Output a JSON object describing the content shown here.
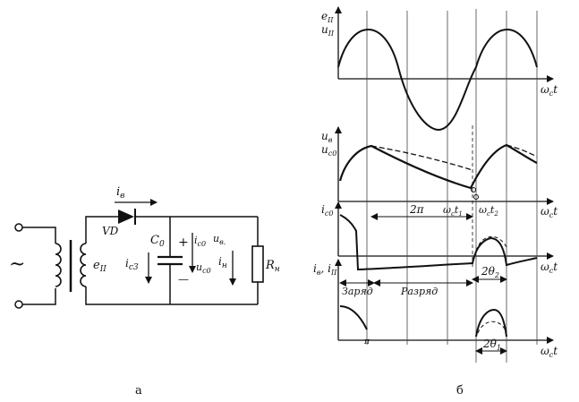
{
  "captions": {
    "left": "а",
    "right": "б"
  },
  "circuit": {
    "source_symbol": "~",
    "diode_current": "i",
    "diode_current_sub": "в",
    "diode": "VD",
    "secondary_emf": "e",
    "secondary_emf_sub": "II",
    "cap_charge_current": "i",
    "cap_charge_sub": "c3",
    "capacitor": "C",
    "capacitor_sub": "0",
    "cap_current": "i",
    "cap_current_sub": "c0",
    "rect_voltage": "u",
    "rect_voltage_sub": "в.",
    "cap_voltage": "u",
    "cap_voltage_sub": "c0",
    "load_current": "i",
    "load_current_sub": "н",
    "load": "R",
    "load_sub": "н",
    "plus": "+",
    "minus": "—"
  },
  "graphs": {
    "p1_ylabel_1": "e",
    "p1_ylabel_1_sub": "II",
    "p1_ylabel_2": "u",
    "p1_ylabel_2_sub": "II",
    "p2_ylabel_1": "u",
    "p2_ylabel_1_sub": "в",
    "p2_ylabel_2": "u",
    "p2_ylabel_2_sub": "c0",
    "p3_ylabel": "i",
    "p3_ylabel_sub": "c0",
    "p4_ylabel_1": "i",
    "p4_ylabel_1_sub": "в",
    "p4_ylabel_2": "i",
    "p4_ylabel_2_sub": "II",
    "x_axis": "ω",
    "x_axis_sub": "c",
    "x_axis_var": "t",
    "period": "2π",
    "t1_label": "ω",
    "t1_label_sub": "c",
    "t1_label_var": "t",
    "t1_label_sub2": "1",
    "t2_label": "ω",
    "t2_label_sub": "c",
    "t2_label_var": "t",
    "t2_label_sub2": "2",
    "charge": "Заряд",
    "discharge": "Разряд",
    "theta2": "2θ",
    "theta2_sub": "2",
    "theta1": "2θ",
    "theta1_sub": "1",
    "marker": "π"
  }
}
